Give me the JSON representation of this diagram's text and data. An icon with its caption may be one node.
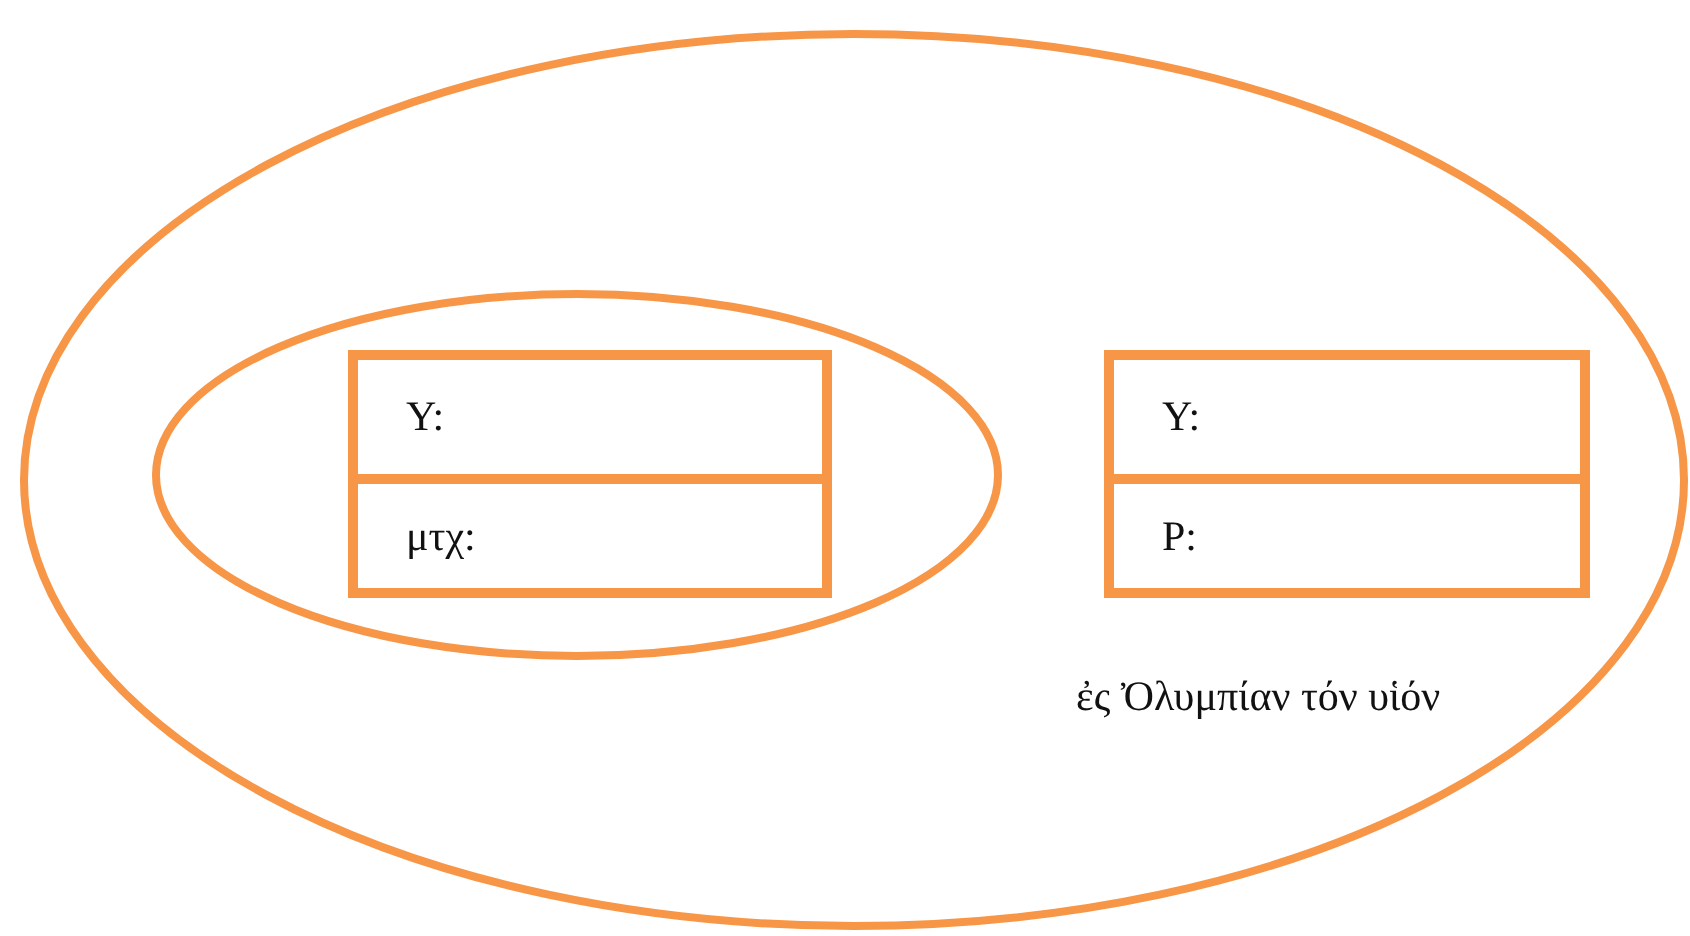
{
  "diagram": {
    "nodes": [
      {
        "text": [],
        "shape": "ellipse"
      },
      {
        "text": [],
        "shape": "ellipse",
        "in": 0
      },
      {
        "text": [
          "Y:",
          "μτχ:"
        ],
        "in": 1
      },
      {
        "text": [
          "Y:",
          "P:"
        ],
        "in": 0
      }
    ],
    "labels": [
      "ἐς Ὀλυμπίαν τόν υἱόν"
    ]
  }
}
